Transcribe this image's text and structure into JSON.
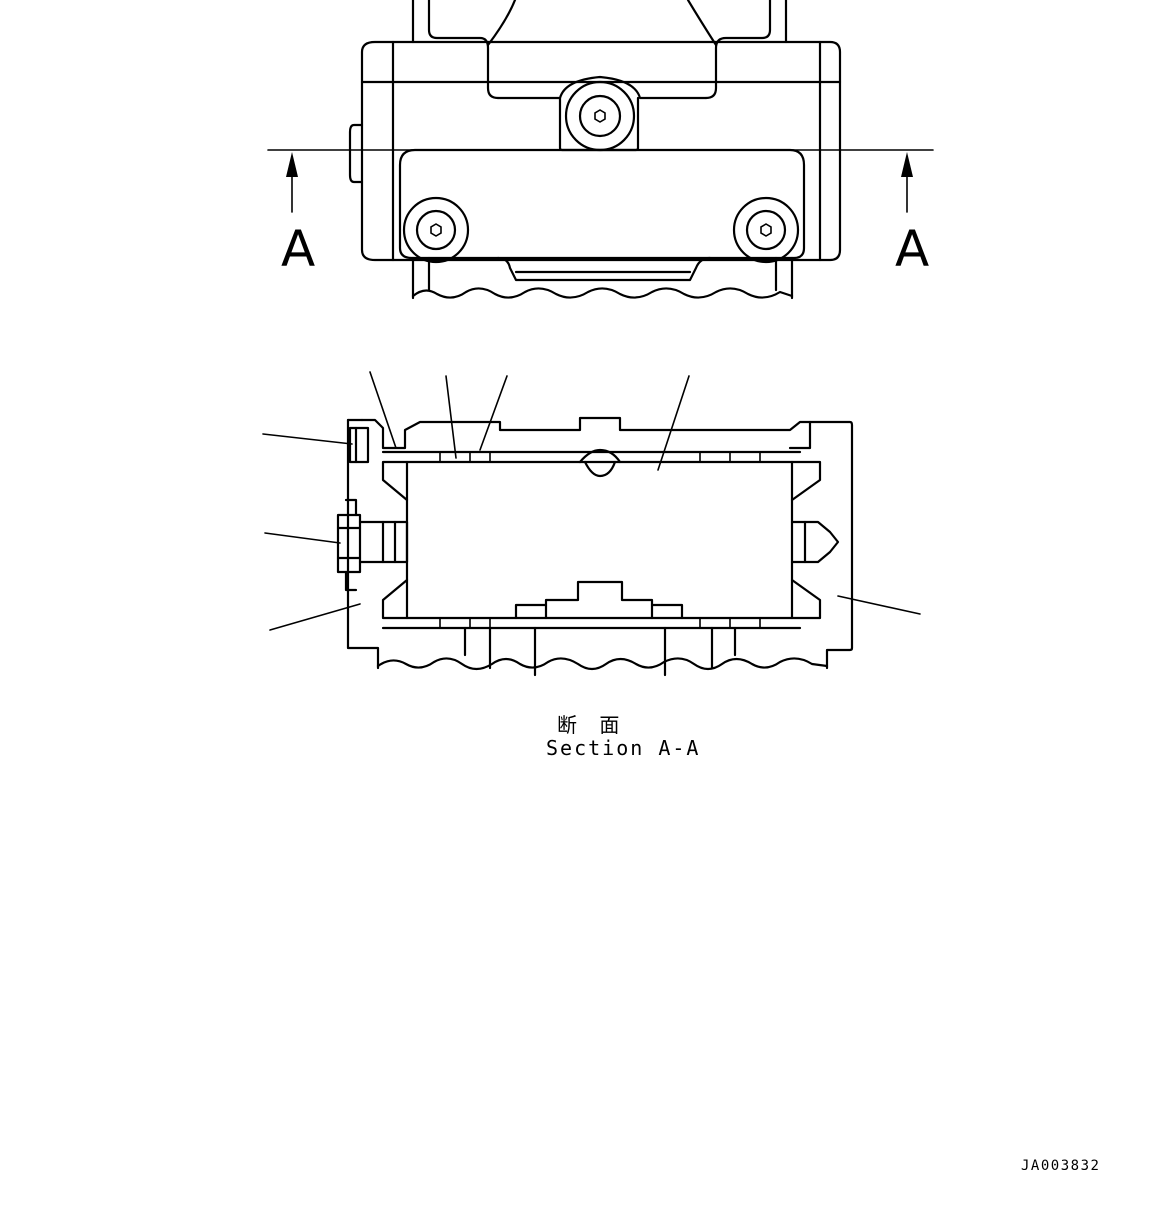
{
  "view_labels": {
    "cut_left": "A",
    "cut_right": "A"
  },
  "caption": {
    "japanese": "断 面",
    "english": "Section A-A"
  },
  "document_id": "JA003832",
  "colors": {
    "line": "#000000",
    "background": "#ffffff"
  }
}
